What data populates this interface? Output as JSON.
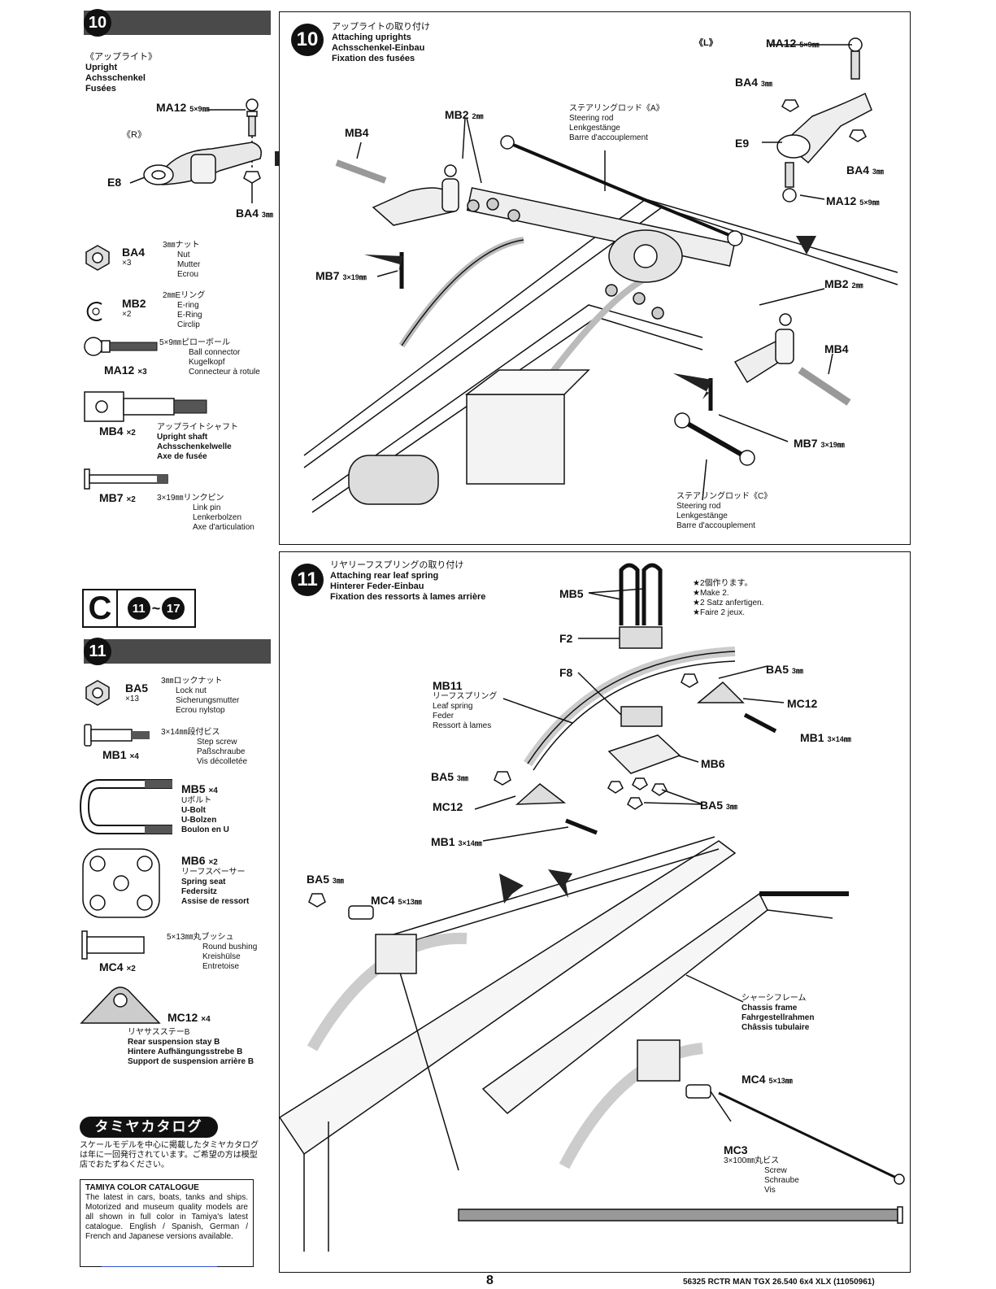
{
  "left": {
    "step10": {
      "number": "10",
      "part_title": [
        "《アップライト》",
        "Upright",
        "Achsschenkel",
        "Fusées"
      ],
      "side": "《R》",
      "labels": {
        "ma12": "MA12",
        "ma12_size": "5×9㎜",
        "e8": "E8",
        "ba4": "BA4",
        "ba4_size": "3㎜"
      },
      "parts": [
        {
          "code": "BA4",
          "qty": "×3",
          "desc": [
            "3㎜ナット",
            "Nut",
            "Mutter",
            "Ecrou"
          ]
        },
        {
          "code": "MB2",
          "qty": "×2",
          "desc": [
            "2㎜Eリング",
            "E-ring",
            "E-Ring",
            "Circlip"
          ]
        },
        {
          "code": "MA12",
          "qty": "×3",
          "desc": [
            "5×9㎜ピローボール",
            "Ball connector",
            "Kugelkopf",
            "Connecteur à rotule"
          ]
        },
        {
          "code": "MB4",
          "qty": "×2",
          "desc": [
            "アップライトシャフト",
            "Upright shaft",
            "Achsschenkelwelle",
            "Axe de fusée"
          ]
        },
        {
          "code": "MB7",
          "qty": "×2",
          "desc": [
            "3×19㎜リンクピン",
            "Link pin",
            "Lenkerbolzen",
            "Axe d'articulation"
          ]
        }
      ]
    },
    "bag": {
      "letter": "C",
      "from": "11",
      "sep": "~",
      "to": "17"
    },
    "step11": {
      "number": "11",
      "parts": [
        {
          "code": "BA5",
          "qty": "×13",
          "desc": [
            "3㎜ロックナット",
            "Lock nut",
            "Sicherungsmutter",
            "Ecrou nylstop"
          ]
        },
        {
          "code": "MB1",
          "qty": "×4",
          "desc": [
            "3×14㎜段付ビス",
            "Step screw",
            "Paßschraube",
            "Vis décolletée"
          ]
        },
        {
          "code": "MB5",
          "qty": "×4",
          "desc": [
            "Uボルト",
            "U-Bolt",
            "U-Bolzen",
            "Boulon en U"
          ]
        },
        {
          "code": "MB6",
          "qty": "×2",
          "desc": [
            "リーフスペーサー",
            "Spring seat",
            "Federsitz",
            "Assise de ressort"
          ]
        },
        {
          "code": "MC4",
          "qty": "×2",
          "desc": [
            "5×13㎜丸ブッシュ",
            "Round bushing",
            "Kreishülse",
            "Entretoise"
          ]
        },
        {
          "code": "MC12",
          "qty": "×4",
          "desc": [
            "リヤサスステーB",
            "Rear suspension stay B",
            "Hintere Aufhängungsstrebe B",
            "Support de suspension arrière B"
          ]
        }
      ]
    },
    "catalogue": {
      "banner": "タミヤカタログ",
      "jp_text": "スケールモデルを中心に掲載したタミヤカタログは年に一回発行されています。ご希望の方は模型店でおたずねください。",
      "title": "TAMIYA COLOR CATALOGUE",
      "body": "The latest in cars, boats, tanks and ships. Motorized and museum quality models are all shown in full color in Tamiya's latest catalogue. English / Spanish, German / French and Japanese versions available."
    }
  },
  "panel10": {
    "number": "10",
    "title": [
      "アップライトの取り付け",
      "Attaching uprights",
      "Achsschenkel-Einbau",
      "Fixation des fusées"
    ],
    "side_left": "《L》",
    "labels": {
      "ma12_top": "MA12",
      "ma12_top_size": "5×9㎜",
      "ba4_top": "BA4",
      "ba4_top_size": "3㎜",
      "e9": "E9",
      "ba4_right": "BA4",
      "ba4_right_size": "3㎜",
      "ma12_bottom": "MA12",
      "ma12_bottom_size": "5×9㎜",
      "mb2_top": "MB2",
      "mb2_top_size": "2㎜",
      "mb4_left": "MB4",
      "mb7_left": "MB7",
      "mb7_left_size": "3×19㎜",
      "mb2_right": "MB2",
      "mb2_right_size": "2㎜",
      "mb4_right": "MB4",
      "mb7_right": "MB7",
      "mb7_right_size": "3×19㎜",
      "rod_a": [
        "ステアリングロッド《A》",
        "Steering rod",
        "Lenkgestänge",
        "Barre d'accouplement"
      ],
      "rod_c": [
        "ステアリングロッド《C》",
        "Steering rod",
        "Lenkgestänge",
        "Barre d'accouplement"
      ]
    }
  },
  "panel11": {
    "number": "11",
    "title": [
      "リヤリーフスプリングの取り付け",
      "Attaching rear leaf spring",
      "Hinterer Feder-Einbau",
      "Fixation des ressorts à lames arrière"
    ],
    "note": [
      "★2個作ります。",
      "★Make 2.",
      "★2 Satz anfertigen.",
      "★Faire 2 jeux."
    ],
    "labels": {
      "mb5": "MB5",
      "f2": "F2",
      "f8": "F8",
      "mb11": "MB11",
      "mb11_desc": [
        "リーフスプリング",
        "Leaf spring",
        "Feder",
        "Ressort à lames"
      ],
      "ba5_a": "BA5",
      "ba5_a_size": "3㎜",
      "mc12_a": "MC12",
      "mb1_a": "MB1",
      "mb1_a_size": "3×14㎜",
      "mb6": "MB6",
      "ba5_b": "BA5",
      "ba5_b_size": "3㎜",
      "ba5_c": "BA5",
      "ba5_c_size": "3㎜",
      "mc12_b": "MC12",
      "mb1_b": "MB1",
      "mb1_b_size": "3×14㎜",
      "ba5_d": "BA5",
      "ba5_d_size": "3㎜",
      "mc4_a": "MC4",
      "mc4_a_size": "5×13㎜",
      "frame": [
        "シャーシフレーム",
        "Chassis frame",
        "Fahrgestellrahmen",
        "Châssis tubulaire"
      ],
      "mc4_b": "MC4",
      "mc4_b_size": "5×13㎜",
      "mc3": "MC3",
      "mc3_desc": [
        "3×100㎜丸ビス",
        "Screw",
        "Schraube",
        "Vis"
      ]
    }
  },
  "footer": {
    "page": "8",
    "model": "56325 RCTR MAN TGX 26.540 6x4 XLX (11050961)"
  }
}
